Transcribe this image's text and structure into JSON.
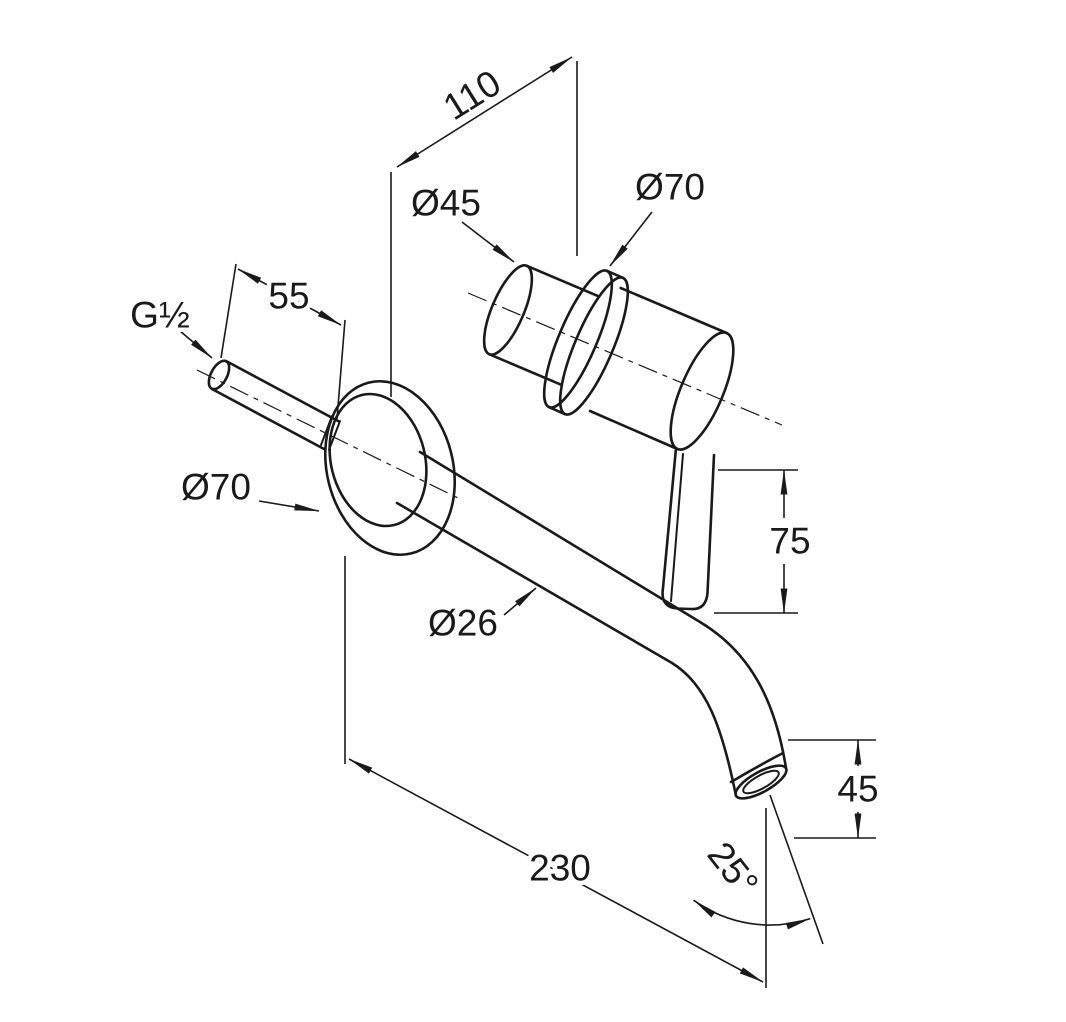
{
  "drawing": {
    "description": "Technical dimension drawing of a wall-mounted single-lever basin mixer (concealed faucet) with spout, wall rosettes, mixer handle and dimension annotations"
  },
  "labels": {
    "depth_110": "110",
    "cartridge_dia": "Ø45",
    "handle_rosette_dia": "Ø70",
    "pipe_protrusion_55": "55",
    "thread_size": "G½",
    "wall_rosette_dia": "Ø70",
    "lever_height_75": "75",
    "spout_dia": "Ø26",
    "outlet_drop_45": "45",
    "outlet_angle": "25°",
    "spout_reach_230": "230"
  },
  "colors": {
    "ink": "#1a1a1a",
    "paper": "#ffffff"
  }
}
